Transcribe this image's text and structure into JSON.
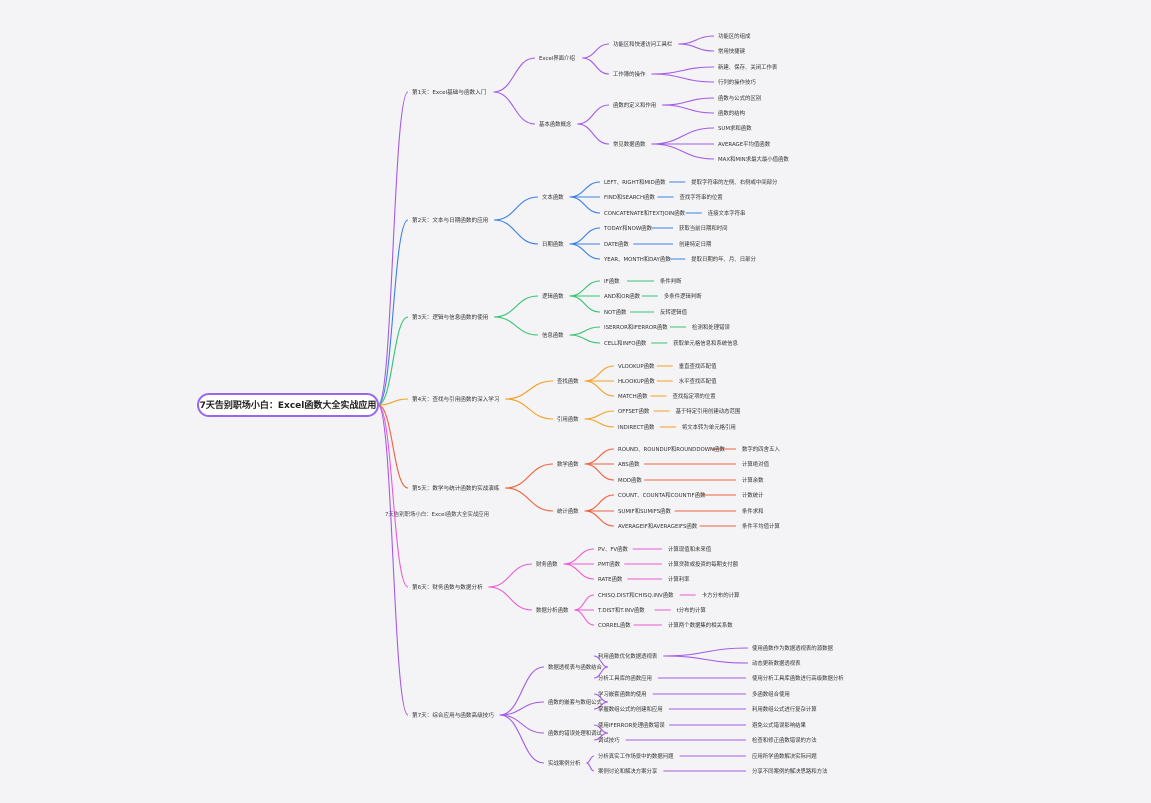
{
  "root": {
    "label": "7天告别职场小白：Excel函数大全实战应用"
  },
  "watermark": "7天告别职场小白：Excel函数大全实战应用",
  "days": [
    {
      "label": "第1天：Excel基础与函数入门",
      "color": "#a45be6",
      "children": [
        {
          "label": "Excel界面介绍",
          "children": [
            {
              "label": "功能区和快速访问工具栏",
              "children": [
                {
                  "label": "功能区的组成"
                },
                {
                  "label": "常用快捷键"
                }
              ]
            },
            {
              "label": "工作簿的操作",
              "children": [
                {
                  "label": "新建、保存、关闭工作表"
                },
                {
                  "label": "行列的操作技巧"
                }
              ]
            }
          ]
        },
        {
          "label": "基本函数概念",
          "children": [
            {
              "label": "函数的定义和作用",
              "children": [
                {
                  "label": "函数与公式的区别"
                },
                {
                  "label": "函数的结构"
                }
              ]
            },
            {
              "label": "常见数据函数",
              "children": [
                {
                  "label": "SUM求和函数"
                },
                {
                  "label": "AVERAGE平均值函数"
                },
                {
                  "label": "MAX和MIN求最大最小值函数"
                }
              ]
            }
          ]
        }
      ]
    },
    {
      "label": "第2天：文本与日期函数的应用",
      "color": "#3b7fe3",
      "children": [
        {
          "label": "文本函数",
          "children": [
            {
              "label": "LEFT、RIGHT和MID函数",
              "children": [
                {
                  "label": "提取字符串的左侧、右侧或中间部分"
                }
              ]
            },
            {
              "label": "FIND和SEARCH函数",
              "children": [
                {
                  "label": "查找字符串的位置"
                }
              ]
            },
            {
              "label": "CONCATENATE和TEXTJOIN函数",
              "children": [
                {
                  "label": "连接文本字符串"
                }
              ]
            }
          ]
        },
        {
          "label": "日期函数",
          "children": [
            {
              "label": "TODAY和NOW函数",
              "children": [
                {
                  "label": "获取当前日期和时间"
                }
              ]
            },
            {
              "label": "DATE函数",
              "children": [
                {
                  "label": "创建特定日期"
                }
              ]
            },
            {
              "label": "YEAR、MONTH和DAY函数",
              "children": [
                {
                  "label": "提取日期的年、月、日部分"
                }
              ]
            }
          ]
        }
      ]
    },
    {
      "label": "第3天：逻辑与信息函数的使用",
      "color": "#34c36e",
      "children": [
        {
          "label": "逻辑函数",
          "children": [
            {
              "label": "IF函数",
              "children": [
                {
                  "label": "条件判断"
                }
              ]
            },
            {
              "label": "AND和OR函数",
              "children": [
                {
                  "label": "多条件逻辑判断"
                }
              ]
            },
            {
              "label": "NOT函数",
              "children": [
                {
                  "label": "反转逻辑值"
                }
              ]
            }
          ]
        },
        {
          "label": "信息函数",
          "children": [
            {
              "label": "ISERROR和IFERROR函数",
              "children": [
                {
                  "label": "检测和处理错误"
                }
              ]
            },
            {
              "label": "CELL和INFO函数",
              "children": [
                {
                  "label": "获取单元格信息和系统信息"
                }
              ]
            }
          ]
        }
      ]
    },
    {
      "label": "第4天：查找与引用函数的深入学习",
      "color": "#f2a126",
      "children": [
        {
          "label": "查找函数",
          "children": [
            {
              "label": "VLOOKUP函数",
              "children": [
                {
                  "label": "垂直查找匹配值"
                }
              ]
            },
            {
              "label": "HLOOKUP函数",
              "children": [
                {
                  "label": "水平查找匹配值"
                }
              ]
            },
            {
              "label": "MATCH函数",
              "children": [
                {
                  "label": "查找指定项的位置"
                }
              ]
            }
          ]
        },
        {
          "label": "引用函数",
          "children": [
            {
              "label": "OFFSET函数",
              "children": [
                {
                  "label": "基于特定引用创建动态范围"
                }
              ]
            },
            {
              "label": "INDIRECT函数",
              "children": [
                {
                  "label": "将文本转为单元格引用"
                }
              ]
            }
          ]
        }
      ]
    },
    {
      "label": "第5天：数学与统计函数的实战演练",
      "color": "#f0613d",
      "children": [
        {
          "label": "数学函数",
          "children": [
            {
              "label": "ROUND、ROUNDUP和ROUNDDOWN函数",
              "children": [
                {
                  "label": "数字的四舍五入"
                }
              ]
            },
            {
              "label": "ABS函数",
              "children": [
                {
                  "label": "计算绝对值"
                }
              ]
            },
            {
              "label": "MOD函数",
              "children": [
                {
                  "label": "计算余数"
                }
              ]
            }
          ]
        },
        {
          "label": "统计函数",
          "children": [
            {
              "label": "COUNT、COUNTA和COUNTIF函数",
              "children": [
                {
                  "label": "计数统计"
                }
              ]
            },
            {
              "label": "SUMIF和SUMIFS函数",
              "children": [
                {
                  "label": "条件求和"
                }
              ]
            },
            {
              "label": "AVERAGEIF和AVERAGEIFS函数",
              "children": [
                {
                  "label": "条件平均值计算"
                }
              ]
            }
          ]
        }
      ]
    },
    {
      "label": "第6天：财务函数与数据分析",
      "color": "#ee5ad1",
      "children": [
        {
          "label": "财务函数",
          "children": [
            {
              "label": "PV、FV函数",
              "children": [
                {
                  "label": "计算现值和未来值"
                }
              ]
            },
            {
              "label": "PMT函数",
              "children": [
                {
                  "label": "计算贷款或投资的每期支付额"
                }
              ]
            },
            {
              "label": "RATE函数",
              "children": [
                {
                  "label": "计算利率"
                }
              ]
            }
          ]
        },
        {
          "label": "数据分析函数",
          "children": [
            {
              "label": "CHISQ.DIST和CHISQ.INV函数",
              "children": [
                {
                  "label": "卡方分布的计算"
                }
              ]
            },
            {
              "label": "T.DIST和T.INV函数",
              "children": [
                {
                  "label": "t分布的计算"
                }
              ]
            },
            {
              "label": "CORREL函数",
              "children": [
                {
                  "label": "计算两个数据集的相关系数"
                }
              ]
            }
          ]
        }
      ]
    },
    {
      "label": "第7天：综合应用与函数高级技巧",
      "color": "#a45be6",
      "children": [
        {
          "label": "数据透视表与函数结合",
          "children": [
            {
              "label": "利用函数优化数据透视表",
              "children": [
                {
                  "label": "使用函数作为数据透视表的源数据"
                },
                {
                  "label": "动态更新数据透视表"
                }
              ]
            },
            {
              "label": "分析工具库的函数应用",
              "children": [
                {
                  "label": "使用分析工具库函数进行高级数据分析"
                }
              ]
            }
          ]
        },
        {
          "label": "函数的嵌套与数组公式",
          "children": [
            {
              "label": "学习嵌套函数的使用",
              "children": [
                {
                  "label": "多函数组合使用"
                }
              ]
            },
            {
              "label": "掌握数组公式的创建和应用",
              "children": [
                {
                  "label": "利用数组公式进行复杂计算"
                }
              ]
            }
          ]
        },
        {
          "label": "函数的错误处理和调试",
          "children": [
            {
              "label": "使用IFERROR处理函数错误",
              "children": [
                {
                  "label": "避免公式错误影响结果"
                }
              ]
            },
            {
              "label": "调试技巧",
              "children": [
                {
                  "label": "检查和修正函数错误的方法"
                }
              ]
            }
          ]
        },
        {
          "label": "实战案例分析",
          "children": [
            {
              "label": "分析真实工作场景中的数据问题",
              "children": [
                {
                  "label": "应用所学函数解决实际问题"
                }
              ]
            },
            {
              "label": "案例讨论和解决方案分享",
              "children": [
                {
                  "label": "分享不同案例的解决思路和方法"
                }
              ]
            }
          ]
        }
      ]
    }
  ]
}
